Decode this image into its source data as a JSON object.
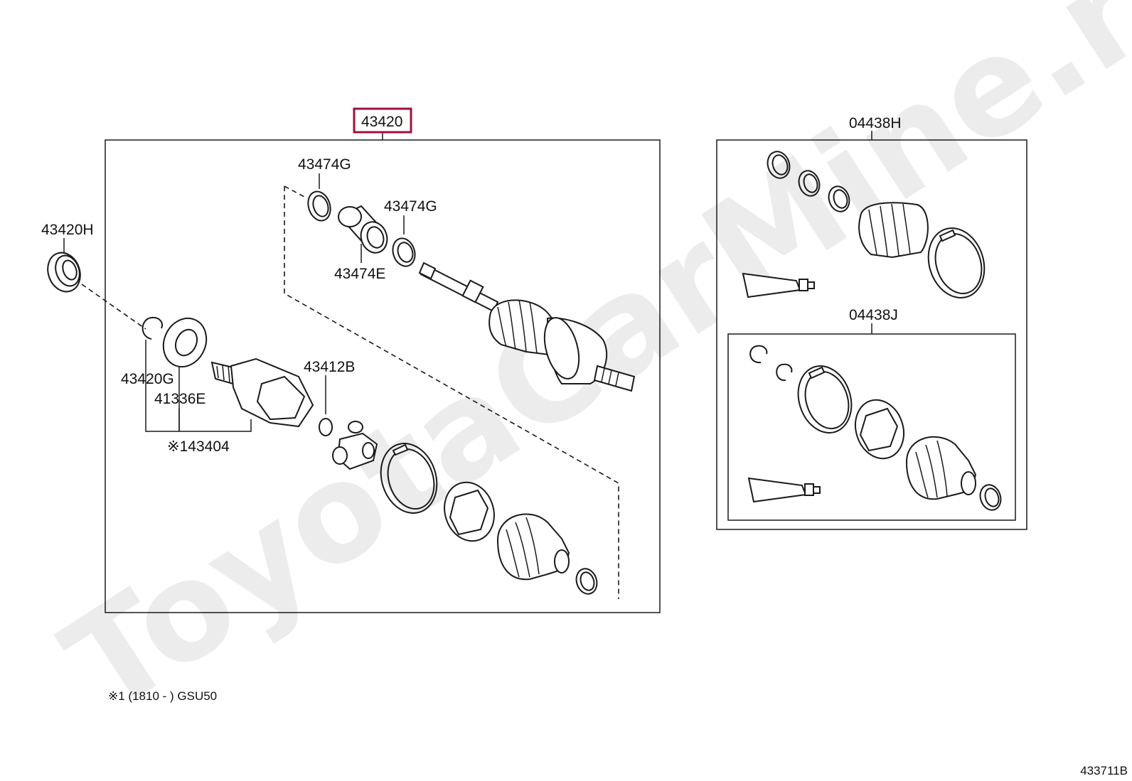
{
  "watermark": "ToyotaCarMine.ru",
  "labels": {
    "main_assembly": "43420",
    "seal_43420h": "43420H",
    "clamp_43474g_a": "43474G",
    "clamp_43474g_b": "43474G",
    "damper_43474e": "43474E",
    "ring_43420g": "43420G",
    "washer_41336e": "41336E",
    "inboard_joint_43404": "※143404",
    "snap_ring_43412b": "43412B",
    "boot_kit_04438h": "04438H",
    "boot_kit_04438j": "04438J"
  },
  "footnote": "※1 (1810  -        ) GSU50",
  "diagram_id": "433711B",
  "colors": {
    "highlight": "#a0103a",
    "line": "#1a1a1a",
    "watermark": "#ececec"
  }
}
